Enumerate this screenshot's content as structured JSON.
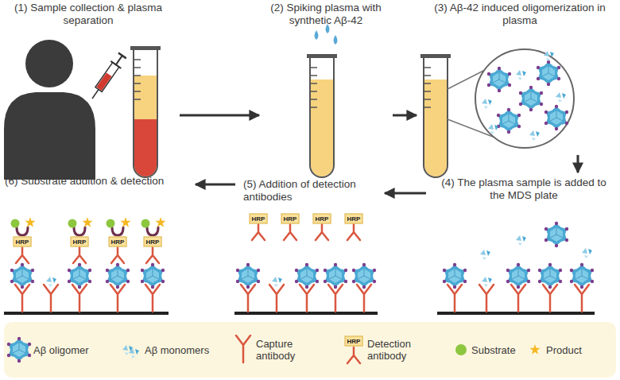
{
  "diagram": {
    "nodes": [
      {
        "text": [
          "(1) Sample collection & plasma separation"
        ]
      },
      {
        "text": [
          "(2) Spiking plasma with synthetic Aβ-42"
        ]
      },
      {
        "text": [
          "(3) Aβ-42 induced oligomerization in plasma"
        ]
      },
      {
        "text": [
          "(4) The plasma sample is added to the MDS plate"
        ]
      },
      {
        "text": [
          "(5) Addition of detection antibodies"
        ]
      },
      {
        "text": [
          "(6) Substrate addition & detection"
        ]
      }
    ],
    "edges": [
      {
        "from": 0,
        "to": 1,
        "arrow": "to"
      },
      {
        "from": 1,
        "to": 2,
        "arrow": "to"
      },
      {
        "from": 2,
        "to": 3,
        "arrow": "to"
      },
      {
        "from": 3,
        "to": 4,
        "arrow": "to"
      },
      {
        "from": 4,
        "to": 5,
        "arrow": "to"
      }
    ],
    "labels": [
      "HRP",
      "HRP",
      "HRP",
      "HRP",
      "HRP",
      "HRP",
      "HRP",
      "HRP",
      "HRP"
    ],
    "legend": [
      {
        "text": "Aβ oligomer"
      },
      {
        "text": "Aβ monomers"
      },
      {
        "text": "Capture antibody"
      },
      {
        "text": "Detection antibody"
      },
      {
        "text": "Substrate"
      },
      {
        "text": "Product"
      }
    ]
  }
}
